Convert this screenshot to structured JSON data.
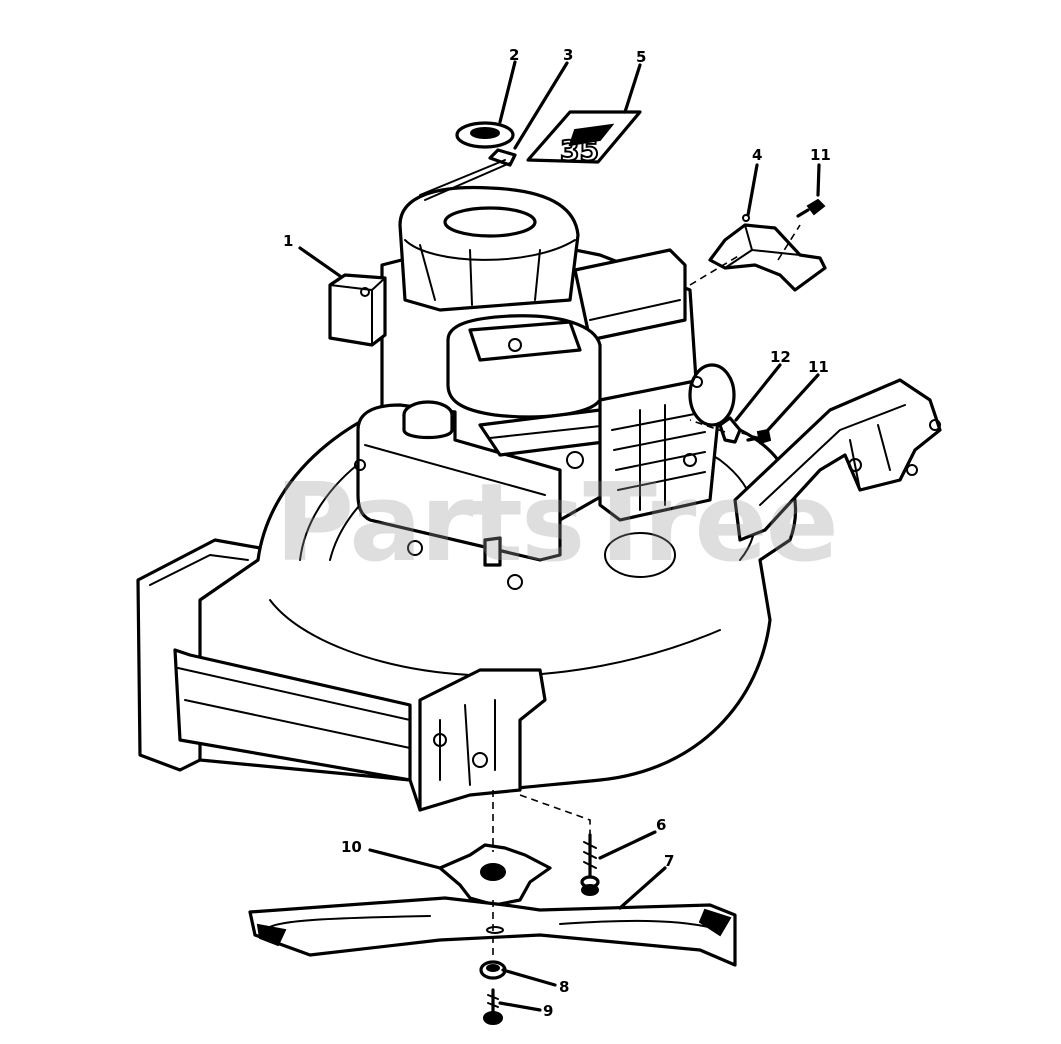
{
  "watermark": "PartsTree",
  "decal_text": "35",
  "callouts": [
    {
      "id": "1",
      "part": "cover",
      "label": "1"
    },
    {
      "id": "2",
      "part": "primer-bulb",
      "label": "2"
    },
    {
      "id": "3",
      "part": "fuel-cap-spring",
      "label": "3"
    },
    {
      "id": "4",
      "part": "control-bracket",
      "label": "4"
    },
    {
      "id": "5",
      "part": "decal",
      "label": "5"
    },
    {
      "id": "6",
      "part": "blade-bolt",
      "label": "6"
    },
    {
      "id": "7",
      "part": "blade",
      "label": "7"
    },
    {
      "id": "8",
      "part": "washer",
      "label": "8"
    },
    {
      "id": "9",
      "part": "screw",
      "label": "9"
    },
    {
      "id": "10",
      "part": "blade-adapter",
      "label": "10"
    },
    {
      "id": "11a",
      "part": "screw-upper",
      "label": "11"
    },
    {
      "id": "11b",
      "part": "screw-lower",
      "label": "11"
    },
    {
      "id": "12",
      "part": "clip",
      "label": "12"
    }
  ]
}
